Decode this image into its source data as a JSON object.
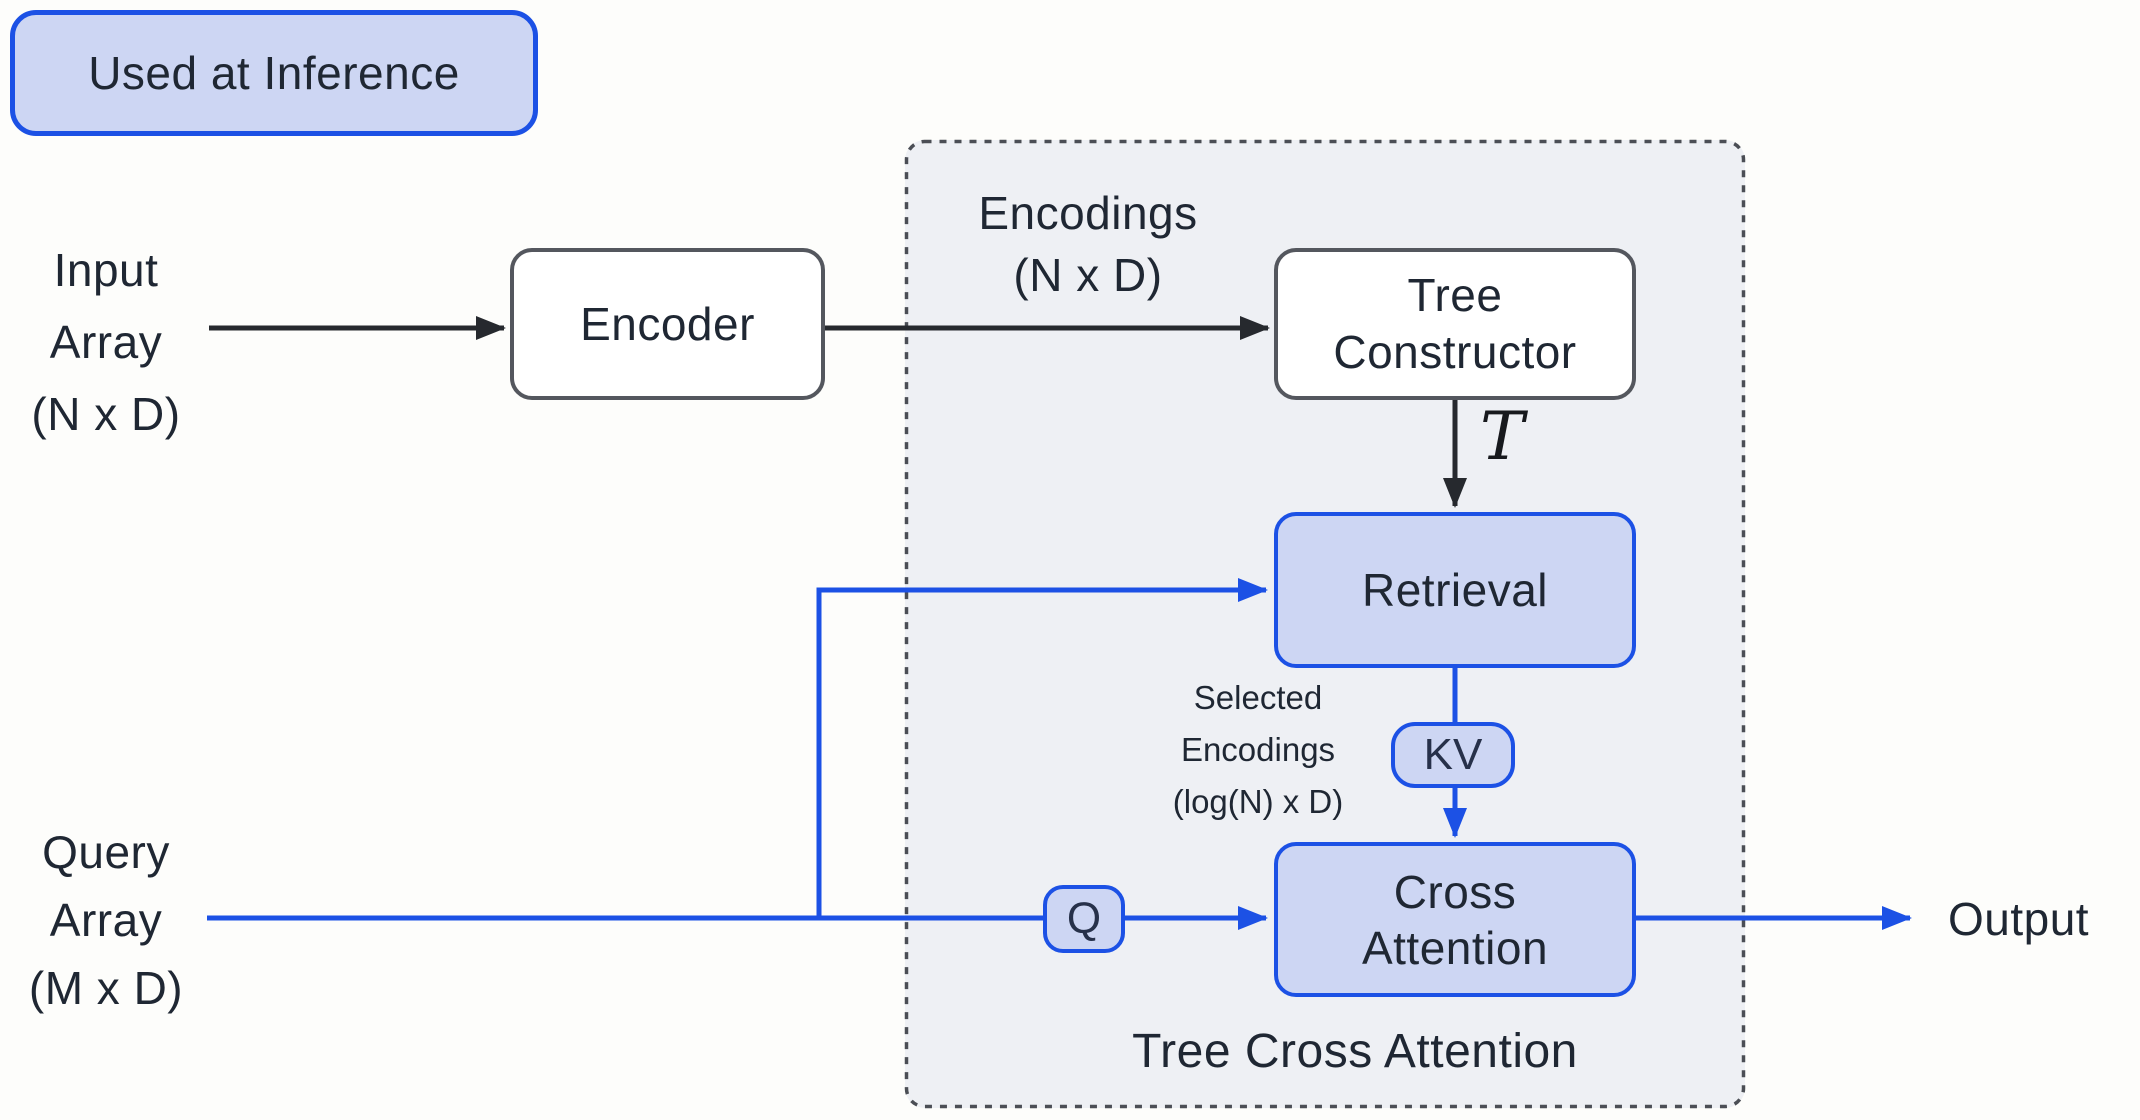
{
  "colors": {
    "accent_blue": "#1c51e5",
    "node_fill_blue": "#cdd6f3",
    "node_border_gray": "#54575e",
    "container_fill": "#eef0f4",
    "container_border": "#4b4e55",
    "arrow_black": "#26292e",
    "text_dark": "#1f2733",
    "background": "#fdfdfb"
  },
  "legend": {
    "used_at_inference": "Used at Inference"
  },
  "labels": {
    "input_array": {
      "line1": "Input",
      "line2": "Array",
      "line3": "(N x D)"
    },
    "query_array": {
      "line1": "Query",
      "line2": "Array",
      "line3": "(M x D)"
    },
    "encodings": {
      "line1": "Encodings",
      "line2": "(N x D)"
    },
    "selected_encodings": {
      "line1": "Selected",
      "line2": "Encodings",
      "line3": "(log(N) x D)"
    },
    "tree_symbol": "T",
    "output": "Output",
    "container_title": "Tree Cross Attention"
  },
  "nodes": {
    "encoder": "Encoder",
    "tree_constructor": {
      "line1": "Tree",
      "line2": "Constructor"
    },
    "retrieval": "Retrieval",
    "cross_attention": {
      "line1": "Cross",
      "line2": "Attention"
    },
    "kv": "KV",
    "q": "Q"
  }
}
